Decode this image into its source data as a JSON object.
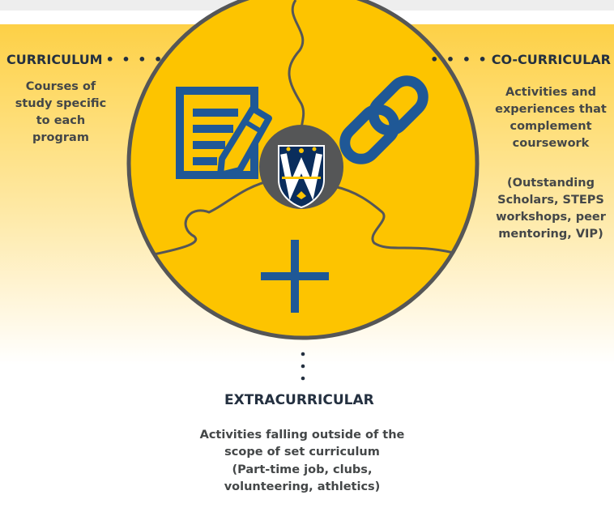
{
  "curricular": {
    "heading": "CURRICULUM",
    "description": "Courses of study specific to each program",
    "icon": "pencil-paper-icon"
  },
  "co_curricular": {
    "heading": "CO-CURRICULAR",
    "description": "Activities and experiences that complement coursework",
    "examples": "(Outstanding Scholars, STEPS workshops, peer mentoring, VIP)",
    "icon": "chain-link-icon"
  },
  "extracurricular": {
    "heading": "EXTRACURRICULAR",
    "description": "Activities falling outside of the scope of set curriculum",
    "examples": "(Part-time job, clubs, volunteering, athletics)",
    "icon": "plus-icon"
  },
  "center": {
    "icon": "university-shield-icon"
  },
  "colors": {
    "circle_fill": "#fdc400",
    "circle_border": "#555657",
    "icon_blue": "#1f5896",
    "shield_navy": "#0a2d5c",
    "band_yellow": "#fdd046",
    "heading_text": "#243040",
    "body_text": "#444748"
  }
}
